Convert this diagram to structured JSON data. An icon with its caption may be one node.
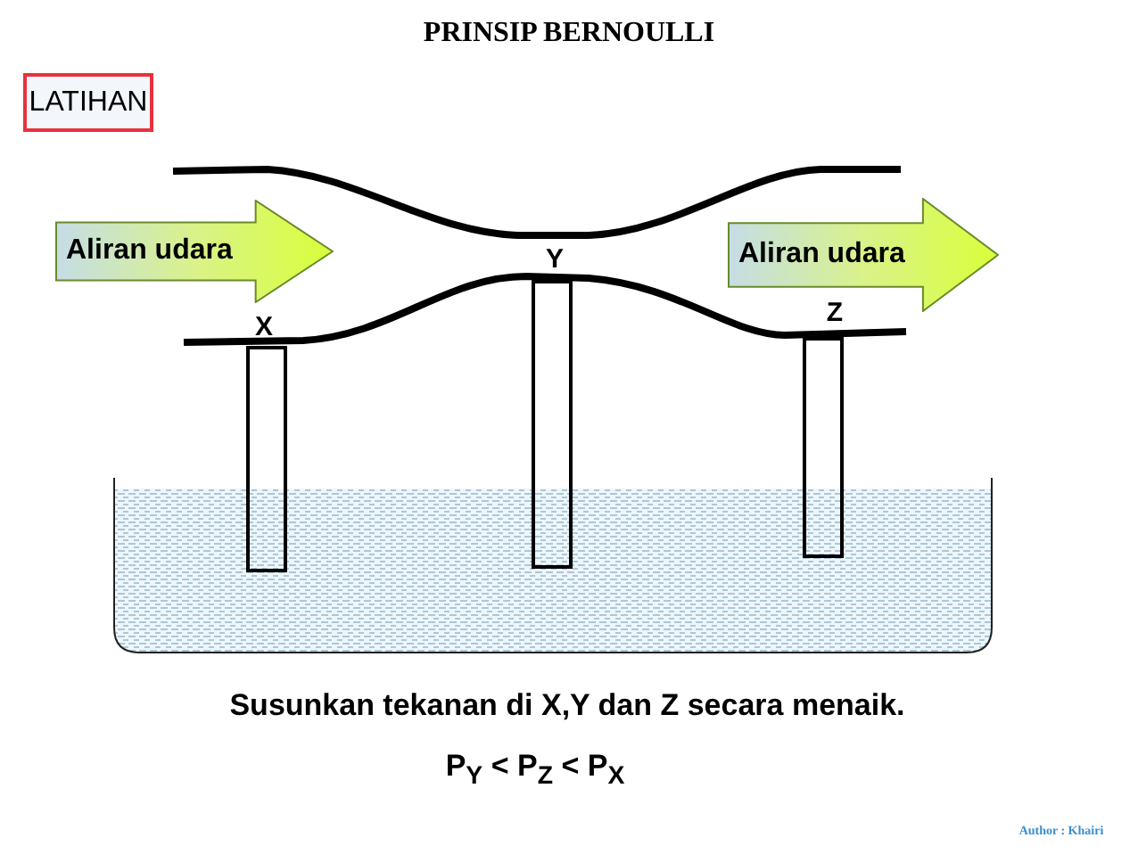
{
  "diagram": {
    "title": "PRINSIP BERNOULLI",
    "nodes": [
      {
        "text": [
          "LATIHAN"
        ]
      },
      {
        "text": [
          "Aliran udara"
        ]
      },
      {
        "text": [
          "Aliran udara"
        ]
      }
    ],
    "labels": [
      "X",
      "Y",
      "Z",
      "Susunkan tekanan di X,Y dan Z secara menaik.",
      "P$_{Y}$ < P$_{Z}$ < P$_{X}$",
      "Author : Khairi"
    ]
  }
}
